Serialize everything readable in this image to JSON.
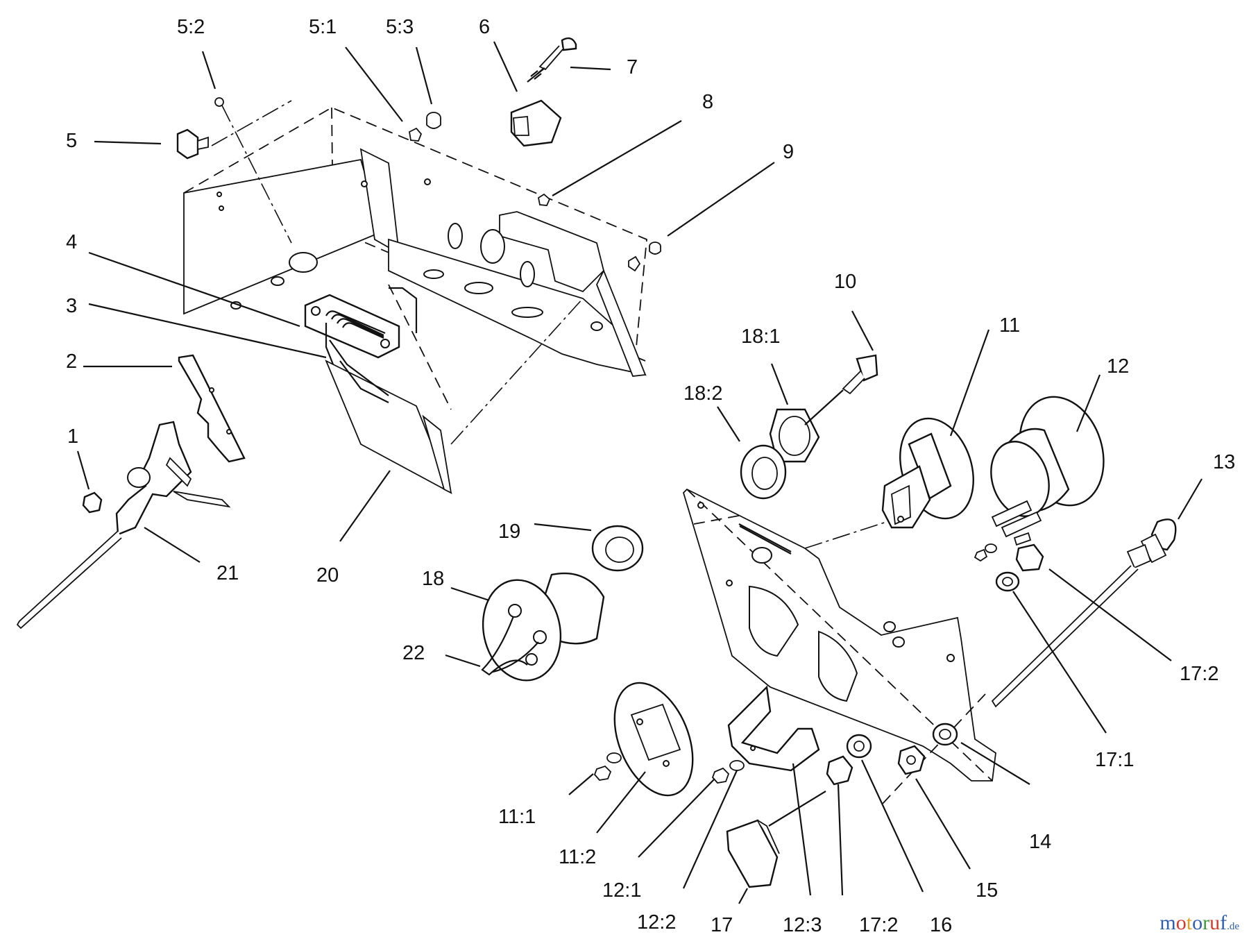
{
  "callouts": {
    "c5_2": "5:2",
    "c5_1": "5:1",
    "c5_3": "5:3",
    "c6": "6",
    "c7": "7",
    "c5": "5",
    "c8": "8",
    "c9": "9",
    "c4": "4",
    "c3": "3",
    "c2": "2",
    "c1": "1",
    "c10": "10",
    "c18_1": "18:1",
    "c11": "11",
    "c12": "12",
    "c18_2": "18:2",
    "c13": "13",
    "c19": "19",
    "c21": "21",
    "c20": "20",
    "c18": "18",
    "c22": "22",
    "c17_2a": "17:2",
    "c17_1": "17:1",
    "c14": "14",
    "c11_1": "11:1",
    "c11_2": "11:2",
    "c15": "15",
    "c12_1": "12:1",
    "c16": "16",
    "c12_2": "12:2",
    "c17": "17",
    "c12_3": "12:3",
    "c17_2b": "17:2"
  },
  "watermark": {
    "text": "motoruf",
    "tld": ".de"
  },
  "colors": {
    "ink": "#111111",
    "paper": "#ffffff",
    "brand_blue": "#2f5fb0",
    "brand_red": "#d23a2a"
  }
}
